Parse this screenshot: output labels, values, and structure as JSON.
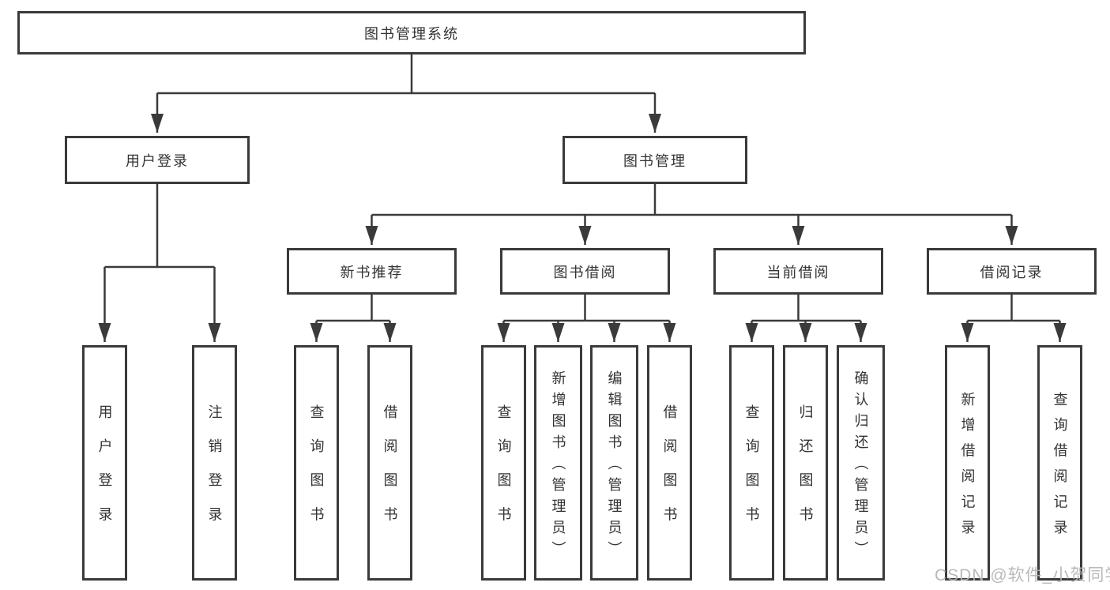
{
  "watermark": "CSDN @软件_小贺同学",
  "colors": {
    "line": "#3a3a3a",
    "box_border": "#3a3a3a",
    "text": "#333333",
    "watermark": "#b4b4b4",
    "background": "#ffffff"
  },
  "tree": {
    "root": {
      "label": "图书管理系统"
    },
    "branches": [
      {
        "label": "用户登录",
        "children": [
          {
            "label": "用户登录"
          },
          {
            "label": "注销登录"
          }
        ]
      },
      {
        "label": "图书管理",
        "children": [
          {
            "label": "新书推荐",
            "children": [
              {
                "label": "查询图书"
              },
              {
                "label": "借阅图书"
              }
            ]
          },
          {
            "label": "图书借阅",
            "children": [
              {
                "label": "查询图书"
              },
              {
                "label": "新增图书（管理员）"
              },
              {
                "label": "编辑图书（管理员）"
              },
              {
                "label": "借阅图书"
              }
            ]
          },
          {
            "label": "当前借阅",
            "children": [
              {
                "label": "查询图书"
              },
              {
                "label": "归还图书"
              },
              {
                "label": "确认归还（管理员）"
              }
            ]
          },
          {
            "label": "借阅记录",
            "children": [
              {
                "label": "新增借阅记录"
              },
              {
                "label": "查询借阅记录"
              }
            ]
          }
        ]
      }
    ]
  }
}
